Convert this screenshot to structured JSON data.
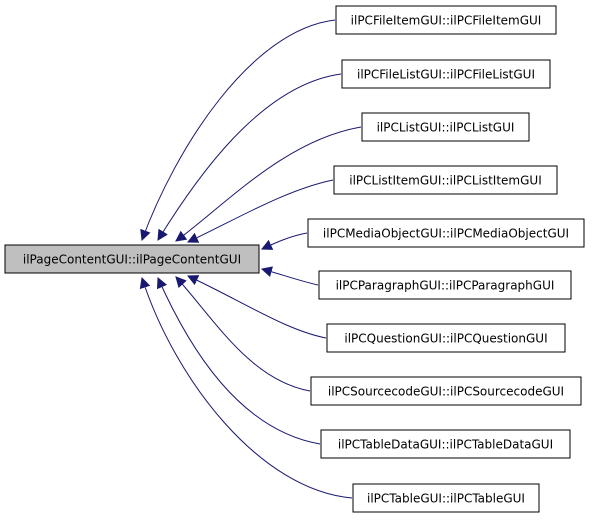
{
  "diagram": {
    "root": {
      "label": "ilPageContentGUI::ilPageContentGUI",
      "fill": "#bfbfbf"
    },
    "children": [
      {
        "label": "ilPCFileItemGUI::ilPCFileItemGUI"
      },
      {
        "label": "ilPCFileListGUI::ilPCFileListGUI"
      },
      {
        "label": "ilPCListGUI::ilPCListGUI"
      },
      {
        "label": "ilPCListItemGUI::ilPCListItemGUI"
      },
      {
        "label": "ilPCMediaObjectGUI::ilPCMediaObjectGUI"
      },
      {
        "label": "ilPCParagraphGUI::ilPCParagraphGUI"
      },
      {
        "label": "ilPCQuestionGUI::ilPCQuestionGUI"
      },
      {
        "label": "ilPCSourcecodeGUI::ilPCSourcecodeGUI"
      },
      {
        "label": "ilPCTableDataGUI::ilPCTableDataGUI"
      },
      {
        "label": "ilPCTableGUI::ilPCTableGUI"
      }
    ],
    "colors": {
      "edge": "#191970",
      "node_border": "#000000",
      "node_fill": "#ffffff"
    }
  }
}
